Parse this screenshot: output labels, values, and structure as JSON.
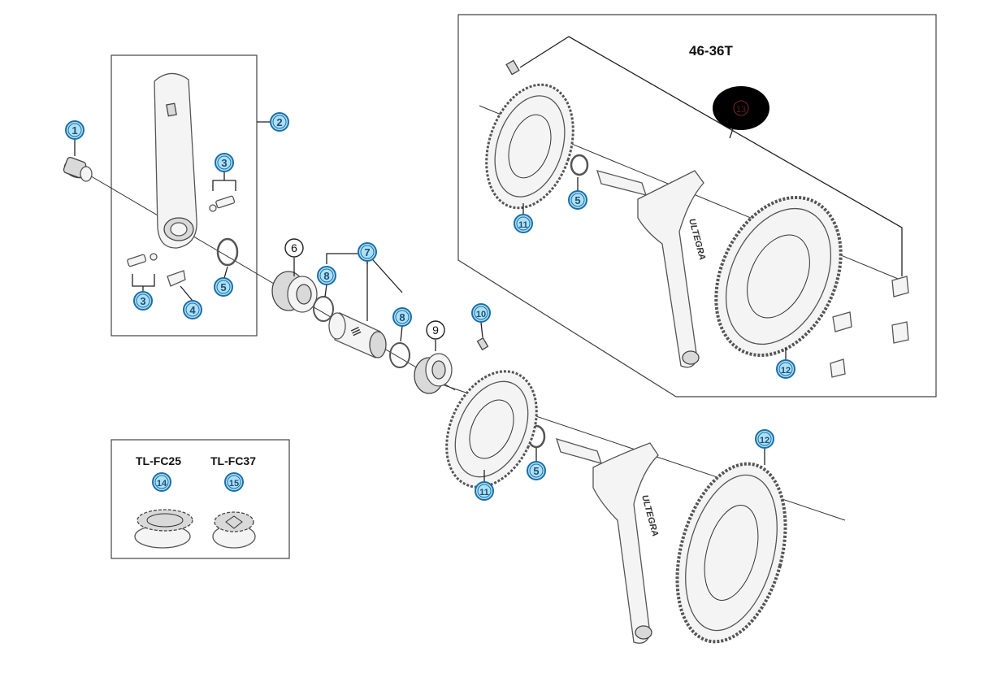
{
  "kit_label": "46-36T",
  "tools": [
    "TL-FC25",
    "TL-FC37"
  ],
  "brand_text": "ULTEGRA",
  "callouts": {
    "c1": "1",
    "c2": "2",
    "c3a": "3",
    "c3b": "3",
    "c4": "4",
    "c5a": "5",
    "c5b": "5",
    "c5c": "5",
    "c6": "6",
    "c7": "7",
    "c8a": "8",
    "c8b": "8",
    "c9": "9",
    "c10": "10",
    "c11a": "11",
    "c11b": "11",
    "c12a": "12",
    "c12b": "12",
    "c13": "13",
    "c14": "14",
    "c15": "15"
  },
  "colors": {
    "highlight_blue": "#aee0f5",
    "highlight_red": "#f2b6b6",
    "line": "#222222"
  }
}
